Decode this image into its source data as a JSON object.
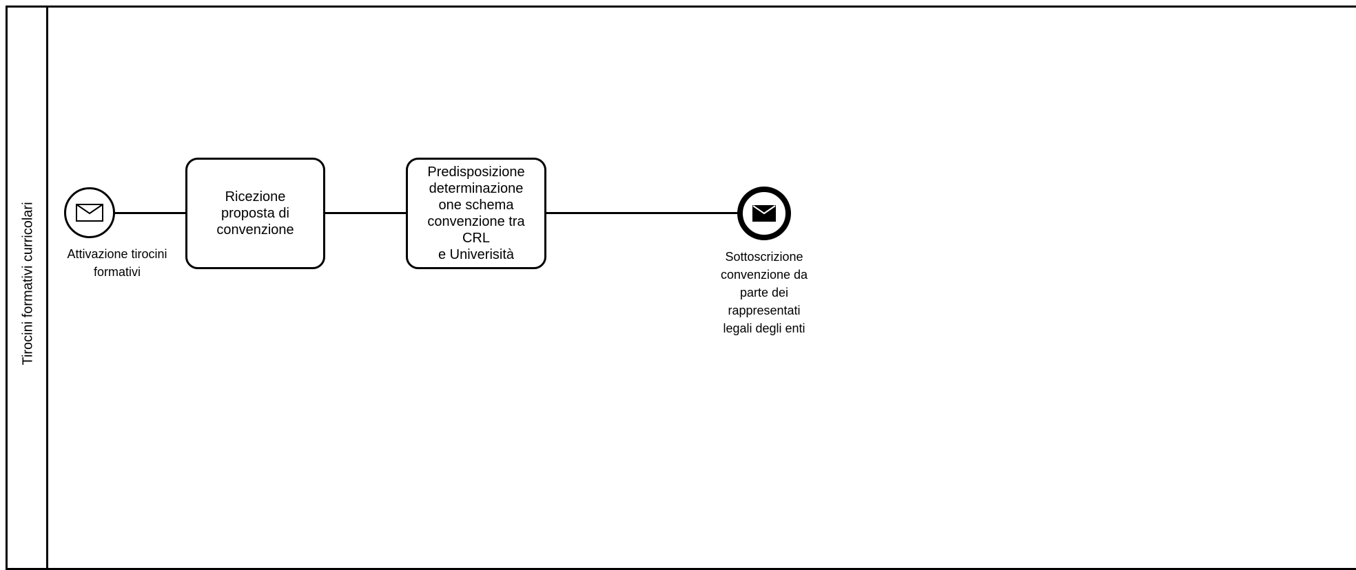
{
  "pool": {
    "label": "Tirocini formativi curricolari"
  },
  "start_event": {
    "label": "Attivazione tirocini\nformativi",
    "icon": "envelope-outline-icon"
  },
  "task1": {
    "label": "Ricezione\nproposta di\nconvenzione"
  },
  "task2": {
    "label": "Predisposizione\ndeterminazione\none schema\nconvenzione tra\nCRL\ne Univerisità"
  },
  "end_event": {
    "label": "Sottoscrizione\nconvenzione da\nparte dei\nrappresentati\nlegali degli enti",
    "icon": "envelope-filled-icon"
  },
  "colors": {
    "stroke": "#000000",
    "background": "#ffffff"
  }
}
